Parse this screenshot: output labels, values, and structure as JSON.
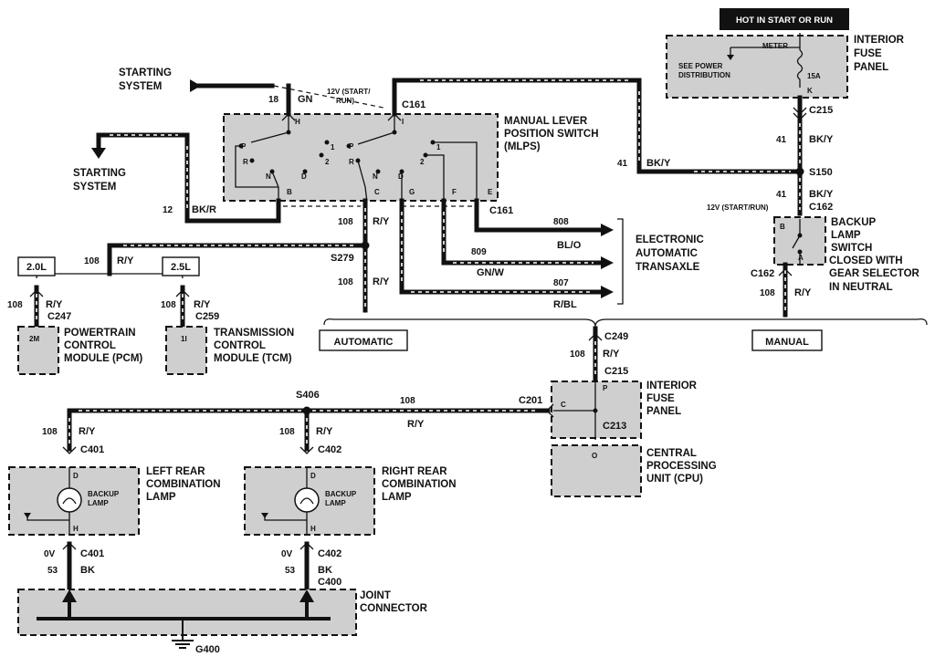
{
  "hot_banner": "HOT IN START OR RUN",
  "fuse_panel_top": {
    "title": [
      "INTERIOR",
      "FUSE",
      "PANEL"
    ],
    "meter": "METER",
    "see_power": [
      "SEE POWER",
      "DISTRIBUTION"
    ],
    "fuse": "15A",
    "pin": "K",
    "connector": "C215"
  },
  "starting_system": [
    "STARTING",
    "SYSTEM"
  ],
  "wires": {
    "w18": "18",
    "gn": "GN",
    "w12": "12",
    "bkr": "BK/R",
    "w41": "41",
    "bky": "BK/Y",
    "w108": "108",
    "ry": "R/Y",
    "w808": "808",
    "blo": "BL/O",
    "w809": "809",
    "gnw": "GN/W",
    "w807": "807",
    "rbl": "R/BL",
    "w53": "53",
    "bk": "BK",
    "zero_v": "0V",
    "startrun": [
      "12V (START/",
      "RUN)"
    ],
    "startrun2": "12V (START/RUN)"
  },
  "mlps": {
    "title": [
      "MANUAL LEVER",
      "POSITION SWITCH",
      "(MLPS)"
    ],
    "connector": "C161",
    "pins": [
      "H",
      "I",
      "B",
      "C",
      "G",
      "F",
      "E"
    ],
    "positions": [
      "P",
      "R",
      "N",
      "D",
      "2",
      "1"
    ]
  },
  "splices": [
    "S150",
    "S279",
    "S406"
  ],
  "eat": [
    "ELECTRONIC",
    "AUTOMATIC",
    "TRANSAXLE"
  ],
  "backup_switch": {
    "title": [
      "BACKUP",
      "LAMP",
      "SWITCH",
      "CLOSED WITH",
      "GEAR SELECTOR",
      "IN NEUTRAL"
    ],
    "connector": "C162",
    "pins": [
      "B",
      "A"
    ]
  },
  "pcm": {
    "engine": "2.0L",
    "connector": "C247",
    "pin": "2M",
    "title": [
      "POWERTRAIN",
      "CONTROL",
      "MODULE (PCM)"
    ]
  },
  "tcm": {
    "engine": "2.5L",
    "connector": "C259",
    "pin": "1I",
    "title": [
      "TRANSMISSION",
      "CONTROL",
      "MODULE (TCM)"
    ]
  },
  "automatic": "AUTOMATIC",
  "manual": "MANUAL",
  "fuse_panel_mid": {
    "title": [
      "INTERIOR",
      "FUSE",
      "PANEL"
    ],
    "connectors": [
      "C249",
      "C215",
      "C201",
      "C213"
    ],
    "pins": [
      "P",
      "C"
    ]
  },
  "cpu": {
    "title": [
      "CENTRAL",
      "PROCESSING",
      "UNIT (CPU)"
    ],
    "pin": "O"
  },
  "left_lamp": {
    "title": [
      "LEFT REAR",
      "COMBINATION",
      "LAMP"
    ],
    "connector": "C401",
    "bulb": [
      "BACKUP",
      "LAMP"
    ],
    "pins": [
      "D",
      "H"
    ]
  },
  "right_lamp": {
    "title": [
      "RIGHT REAR",
      "COMBINATION",
      "LAMP"
    ],
    "connector": "C402",
    "bulb": [
      "BACKUP",
      "LAMP"
    ],
    "pins": [
      "D",
      "H"
    ]
  },
  "joint": {
    "title": [
      "JOINT",
      "CONNECTOR"
    ],
    "connector": "C400",
    "ground": "G400"
  }
}
